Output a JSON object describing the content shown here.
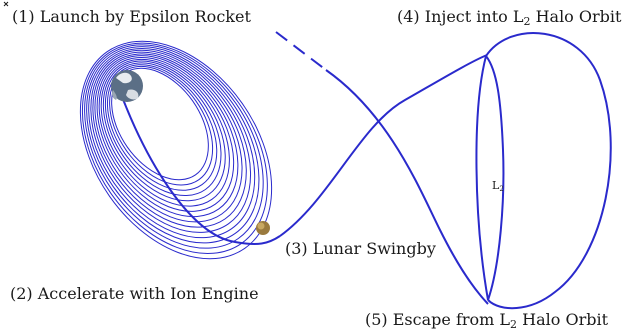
{
  "labels": {
    "launch": "(1) Launch by Epsilon Rocket",
    "accelerate": "(2) Accelerate with Ion Engine",
    "swingby": "(3) Lunar Swingby",
    "inject_prefix": "(4) Inject into L",
    "inject_sub": "2",
    "inject_suffix": " Halo Orbit",
    "escape_prefix": "(5) Escape from L",
    "escape_sub": "2",
    "escape_suffix": " Halo Orbit",
    "l2_main": "L",
    "l2_sub": "2"
  },
  "colors": {
    "trajectory": "#2a2acc",
    "text": "#1a1a1a"
  },
  "icons": {
    "earth": "earth-icon",
    "moon": "moon-icon",
    "l2_point": "l2-point-marker"
  },
  "spiral": {
    "loop_count": 16
  }
}
